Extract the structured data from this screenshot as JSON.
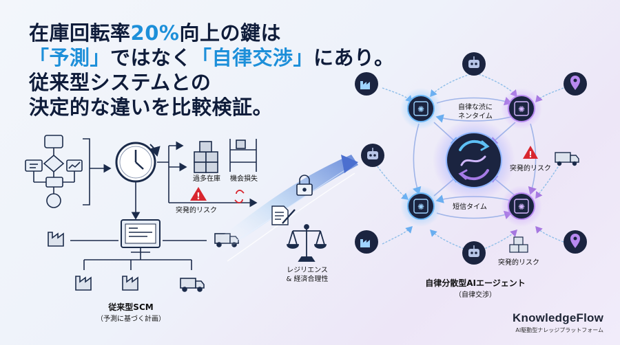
{
  "headline": {
    "line1_a": "在庫回転率",
    "line1_b": "20%",
    "line1_c": "向上の鍵は",
    "line2_a": "「予測」",
    "line2_b": "ではなく",
    "line2_c": "「自律交渉」",
    "line2_d": "にあり。",
    "line3": "従来型システムとの",
    "line4": "決定的な違いを比較検証。"
  },
  "legacy": {
    "excess_stock": "過多在庫",
    "lost_opportunity": "機会損失",
    "sudden_risk": "突発的リスク",
    "title": "従来型SCM",
    "subtitle": "（予測に基づく計画）"
  },
  "bridge": {
    "label1": "レジリエンス",
    "label2": "& 経済合理性"
  },
  "agents": {
    "label_top_1": "自律な渋に",
    "label_top_2": "ネンタイム",
    "label_right": "突発的リスク",
    "label_mid": "短信タイム",
    "label_bottom": "突発的リスク",
    "title": "自律分散型AIエージェント",
    "subtitle": "（自律交渉）"
  },
  "brand": {
    "name": "KnowledgeFlow",
    "tagline": "AI駆動型ナレッジプラットフォーム"
  },
  "colors": {
    "headline_accent": "#1d8fd9",
    "navy": "#1b2b4a",
    "agent_blue": "#3b8fe0",
    "agent_purple": "#9b59d6",
    "warning_red": "#d8262f"
  }
}
